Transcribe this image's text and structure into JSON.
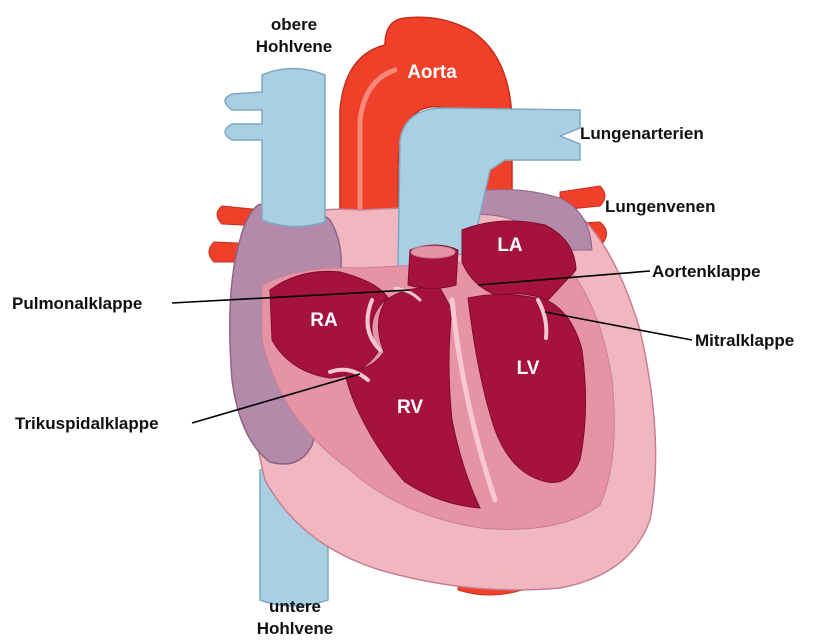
{
  "labels": {
    "svc": [
      "obere",
      "Hohlvene"
    ],
    "ivc": [
      "untere",
      "Hohlvene"
    ],
    "aorta": "Aorta",
    "pulmonary_arteries": "Lungenarterien",
    "pulmonary_veins": "Lungenvenen",
    "aortic_valve": "Aortenklappe",
    "pulmonary_valve": "Pulmonalklappe",
    "mitral_valve": "Mitralklappe",
    "tricuspid_valve": "Trikuspidalklappe",
    "chambers": {
      "ra": "RA",
      "rv": "RV",
      "la": "LA",
      "lv": "LV"
    }
  },
  "colors": {
    "vein_blue": "#a9cfe3",
    "vein_stroke": "#7fa9c2",
    "aorta_red": "#f0402a",
    "atrium_purple": "#b38aaa",
    "heart_pink": "#f0b7c1",
    "wall_pink": "#e793a6",
    "chamber_red": "#a6123f"
  }
}
